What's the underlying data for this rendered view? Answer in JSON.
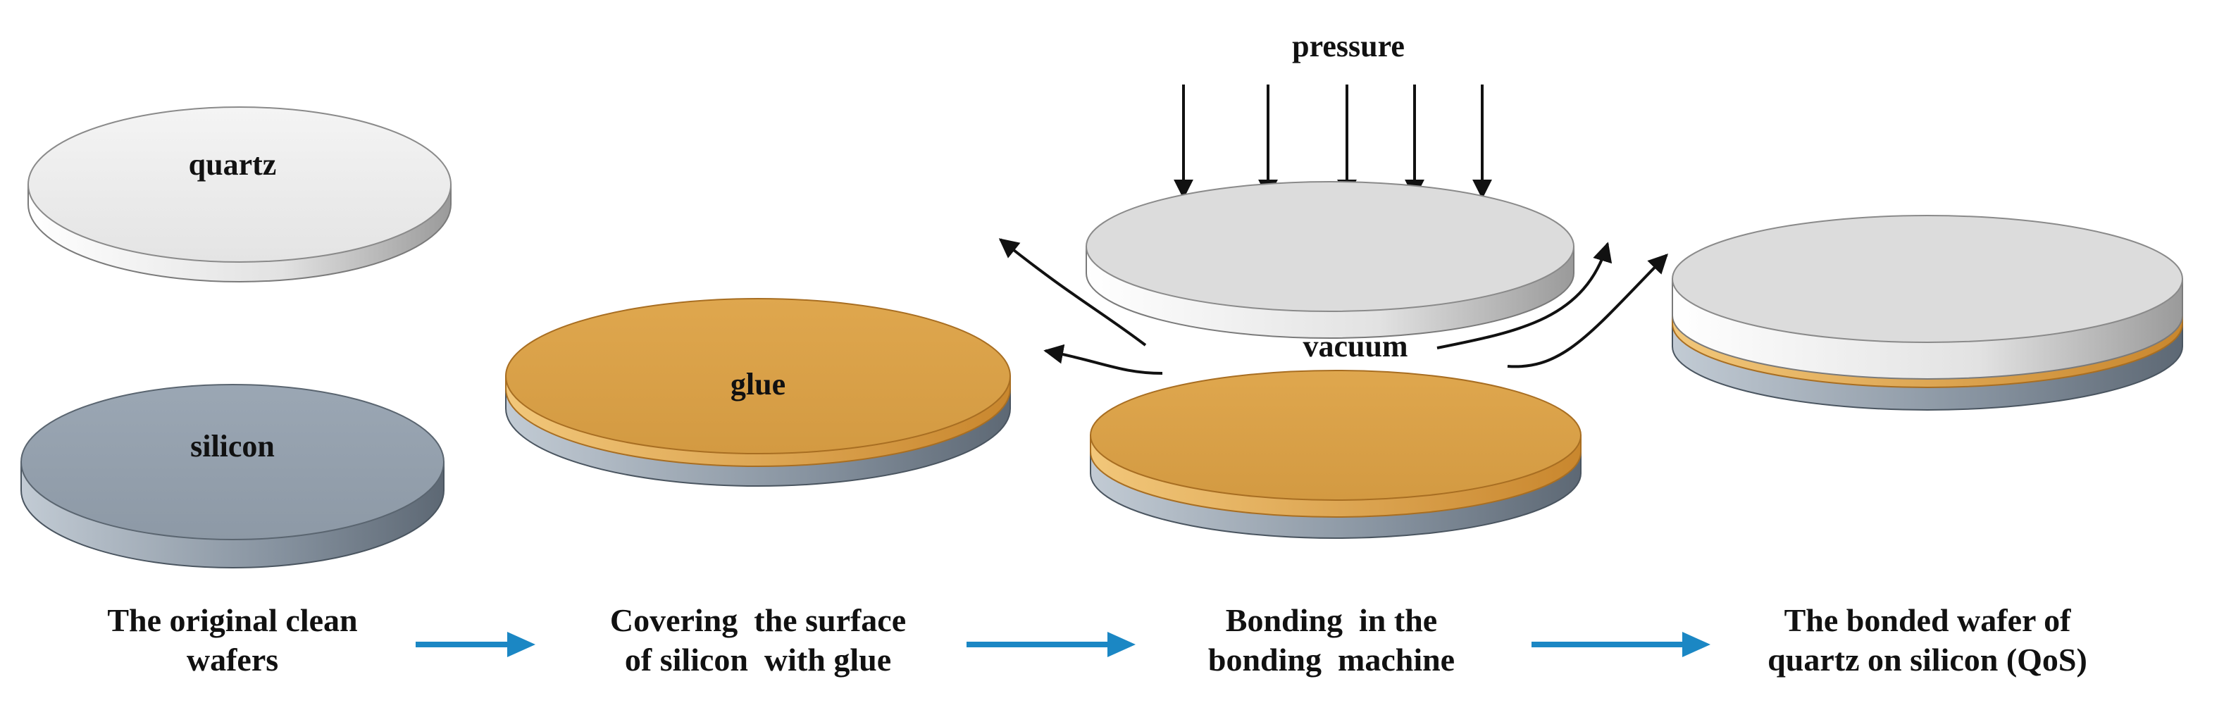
{
  "wafer_labels": {
    "quartz": "quartz",
    "silicon": "silicon",
    "glue": "glue",
    "pressure": "pressure",
    "vacuum": "vacuum"
  },
  "captions": {
    "step1": [
      "The original clean",
      "wafers"
    ],
    "step2": [
      "Covering  the surface",
      "of silicon  with glue"
    ],
    "step3": [
      "Bonding  in the",
      "bonding  machine"
    ],
    "step4": [
      "The bonded wafer of",
      "quartz on silicon (QoS)"
    ]
  },
  "colors": {
    "quartz": "#e9e9e9",
    "silicon": "#93a0ad",
    "glue": "#d9a048",
    "flow_arrow": "#1b87c4",
    "line": "#111111"
  }
}
